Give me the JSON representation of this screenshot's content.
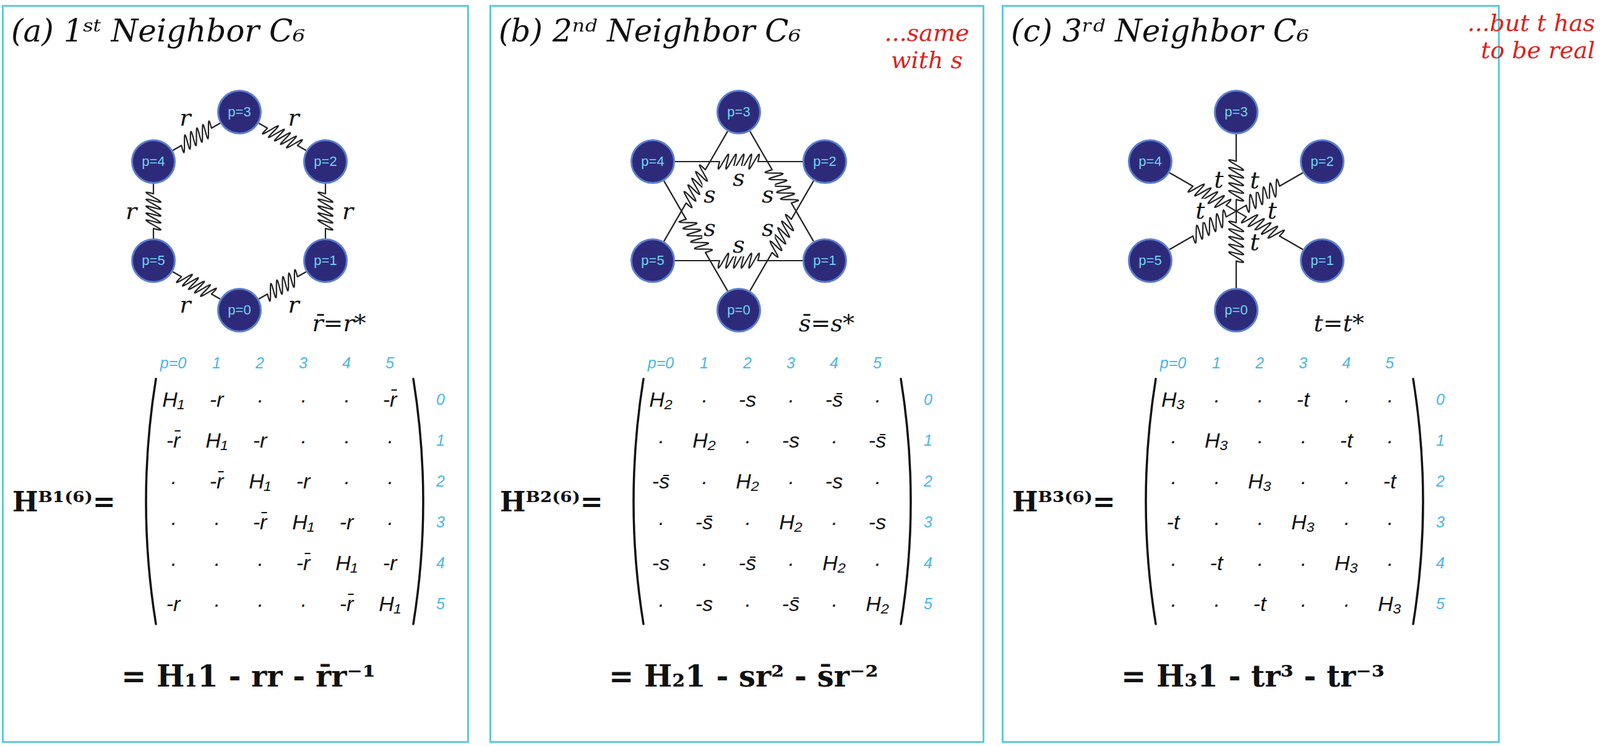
{
  "diagram": {
    "nodes": [
      {
        "text": [
          "(a) 1ˢᵗ Neighbor C₆"
        ]
      },
      {
        "text": [
          "p=0"
        ],
        "in": 0
      },
      {
        "text": [
          "p=1"
        ],
        "in": 0
      },
      {
        "text": [
          "p=2"
        ],
        "in": 0
      },
      {
        "text": [
          "p=3"
        ],
        "in": 0
      },
      {
        "text": [
          "p=4"
        ],
        "in": 0
      },
      {
        "text": [
          "p=5"
        ],
        "in": 0
      },
      {
        "text": [
          "(b) 2ⁿᵈ Neighbor C₆"
        ]
      },
      {
        "text": [
          "p=0"
        ],
        "in": 7
      },
      {
        "text": [
          "p=1"
        ],
        "in": 7
      },
      {
        "text": [
          "p=2"
        ],
        "in": 7
      },
      {
        "text": [
          "p=3"
        ],
        "in": 7
      },
      {
        "text": [
          "p=4"
        ],
        "in": 7
      },
      {
        "text": [
          "p=5"
        ],
        "in": 7
      },
      {
        "text": [
          "(c) 3ʳᵈ Neighbor C₆"
        ]
      },
      {
        "text": [
          "p=0"
        ],
        "in": 14
      },
      {
        "text": [
          "p=1"
        ],
        "in": 14
      },
      {
        "text": [
          "p=2"
        ],
        "in": 14
      },
      {
        "text": [
          "p=3"
        ],
        "in": 14
      },
      {
        "text": [
          "p=4"
        ],
        "in": 14
      },
      {
        "text": [
          "p=5"
        ],
        "in": 14
      }
    ],
    "edges": [
      {
        "from": 1,
        "to": 2,
        "arrow": "none",
        "label": "r"
      },
      {
        "from": 2,
        "to": 3,
        "arrow": "none",
        "label": "r"
      },
      {
        "from": 3,
        "to": 4,
        "arrow": "none",
        "label": "r"
      },
      {
        "from": 4,
        "to": 5,
        "arrow": "none",
        "label": "r"
      },
      {
        "from": 5,
        "to": 6,
        "arrow": "none",
        "label": "r"
      },
      {
        "from": 6,
        "to": 1,
        "arrow": "none",
        "label": "r"
      },
      {
        "from": 8,
        "to": 10,
        "arrow": "none",
        "label": "s"
      },
      {
        "from": 9,
        "to": 11,
        "arrow": "none",
        "label": "s"
      },
      {
        "from": 10,
        "to": 12,
        "arrow": "none",
        "label": "s"
      },
      {
        "from": 11,
        "to": 13,
        "arrow": "none",
        "label": "s"
      },
      {
        "from": 12,
        "to": 8,
        "arrow": "none",
        "label": "s"
      },
      {
        "from": 13,
        "to": 9,
        "arrow": "none",
        "label": "s"
      },
      {
        "from": 15,
        "to": 18,
        "arrow": "none",
        "label": "t"
      },
      {
        "from": 16,
        "to": 19,
        "arrow": "none",
        "label": "t"
      },
      {
        "from": 17,
        "to": 20,
        "arrow": "none",
        "label": "t"
      }
    ],
    "labels": [
      "r̄=r*",
      "Hᴮ¹⁽⁶⁾=",
      "p=0",
      "1",
      "2",
      "3",
      "4",
      "5",
      "H₁",
      "-r",
      "·",
      "·",
      "·",
      "-r̄",
      "-r̄",
      "H₁",
      "-r",
      "·",
      "·",
      "·",
      "·",
      "-r̄",
      "H₁",
      "-r",
      "·",
      "·",
      "·",
      "·",
      "-r̄",
      "H₁",
      "-r",
      "·",
      "·",
      "·",
      "·",
      "-r̄",
      "H₁",
      "-r",
      "-r",
      "·",
      "·",
      "·",
      "-r̄",
      "H₁",
      "0",
      "1",
      "2",
      "3",
      "4",
      "5",
      "= H₁1 - rr - r̄r⁻¹",
      "s̄=s*",
      "Hᴮ²⁽⁶⁾=",
      "p=0",
      "1",
      "2",
      "3",
      "4",
      "5",
      "H₂",
      "·",
      "-s",
      "·",
      "-s̄",
      "·",
      "·",
      "H₂",
      "·",
      "-s",
      "·",
      "-s̄",
      "-s̄",
      "·",
      "H₂",
      "·",
      "-s",
      "·",
      "·",
      "-s̄",
      "·",
      "H₂",
      "·",
      "-s",
      "-s",
      "·",
      "-s̄",
      "·",
      "H₂",
      "·",
      "·",
      "-s",
      "·",
      "-s̄",
      "·",
      "H₂",
      "0",
      "1",
      "2",
      "3",
      "4",
      "5",
      "= H₂1 - sr² - s̄r⁻²",
      "...same with s",
      "t=t*",
      "Hᴮ³⁽⁶⁾=",
      "p=0",
      "1",
      "2",
      "3",
      "4",
      "5",
      "H₃",
      "·",
      "·",
      "-t",
      "·",
      "·",
      "·",
      "H₃",
      "·",
      "·",
      "-t",
      "·",
      "·",
      "·",
      "H₃",
      "·",
      "·",
      "-t",
      "-t",
      "·",
      "·",
      "H₃",
      "·",
      "·",
      "·",
      "-t",
      "·",
      "·",
      "H₃",
      "·",
      "·",
      "·",
      "-t",
      "·",
      "·",
      "H₃",
      "0",
      "1",
      "2",
      "3",
      "4",
      "5",
      "= H₃1 - tr³ - tr⁻³",
      "t",
      "t",
      "t",
      "...but t has to be real"
    ]
  }
}
